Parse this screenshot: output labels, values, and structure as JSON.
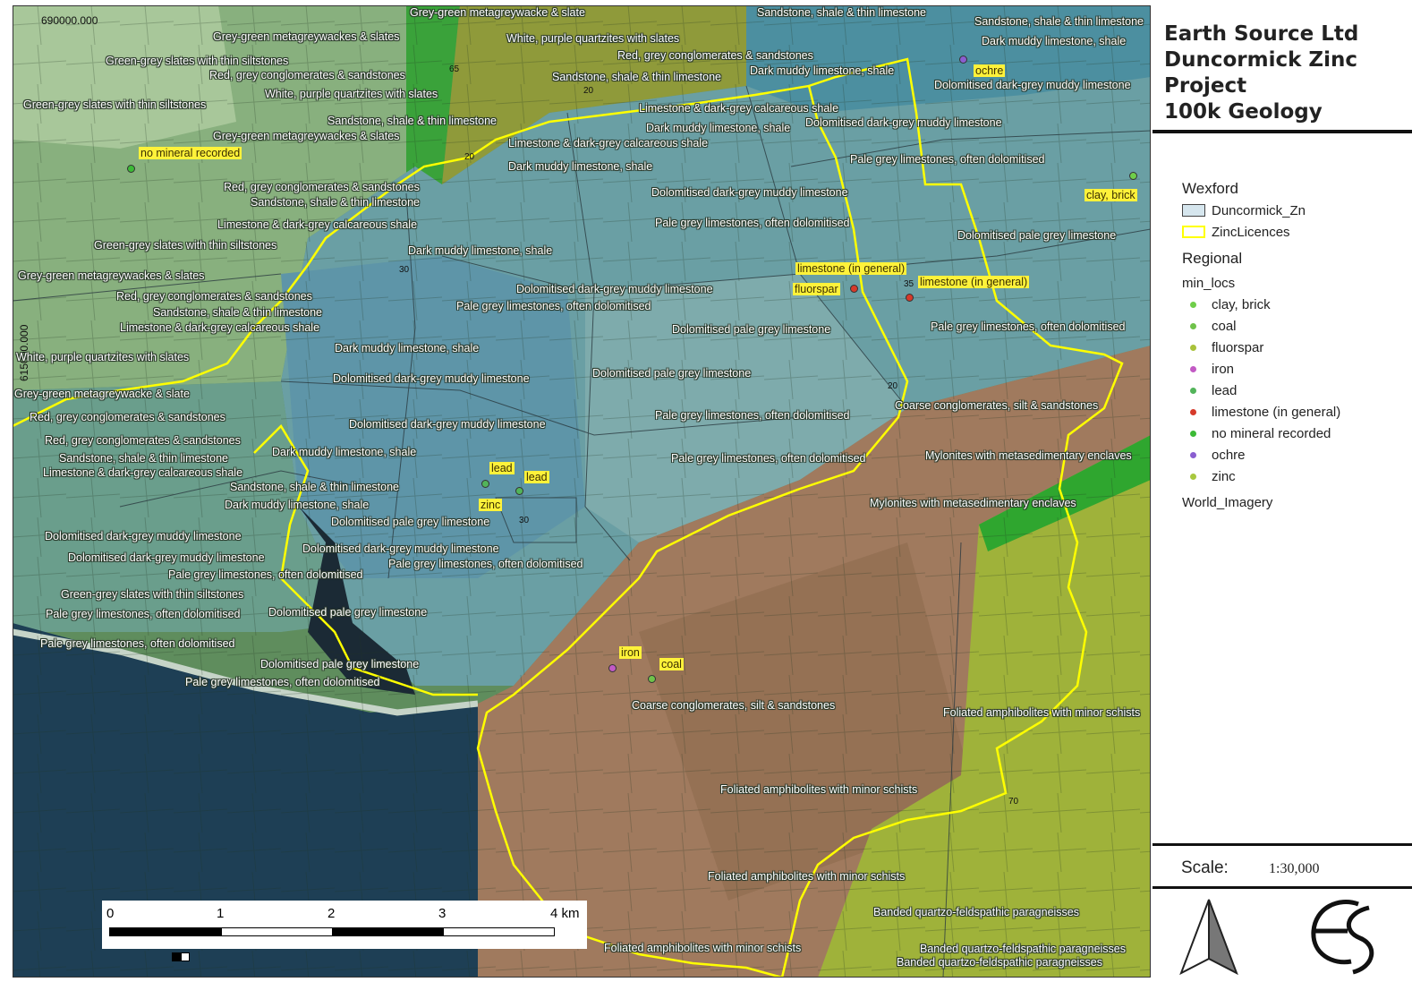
{
  "panel": {
    "title_lines": [
      "Earth Source Ltd",
      "Duncormick Zinc",
      "Project",
      "100k Geology"
    ],
    "legend": {
      "group1": "Wexford",
      "layer1": "Duncormick_Zn",
      "layer2": "ZincLicences",
      "group2": "Regional",
      "minlocs": "min_locs",
      "minerals": [
        {
          "name": "clay, brick",
          "color": "#6fce4a"
        },
        {
          "name": "coal",
          "color": "#6fc24a"
        },
        {
          "name": "fluorspar",
          "color": "#a9c23a"
        },
        {
          "name": "iron",
          "color": "#c25ac4"
        },
        {
          "name": "lead",
          "color": "#52b45a"
        },
        {
          "name": "limestone (in general)",
          "color": "#d63a2a"
        },
        {
          "name": "no mineral recorded",
          "color": "#3cba36"
        },
        {
          "name": "ochre",
          "color": "#8a5ed0"
        },
        {
          "name": "zinc",
          "color": "#a8c83e"
        }
      ],
      "basemap": "World_Imagery",
      "colors": {
        "duncormick_fill": "#d6e6ee",
        "duncormick_stroke": "#444444",
        "licence_stroke": "#ffff00"
      }
    },
    "scale_label": "Scale:",
    "scale_value": "1:30,000"
  },
  "map": {
    "grid_x": "690000.000",
    "grid_y": "615000.000",
    "scalebar": {
      "ticks": [
        "0",
        "1",
        "2",
        "3",
        "4 km"
      ]
    },
    "elevations": [
      "65",
      "20",
      "20",
      "30",
      "35",
      "20",
      "30",
      "70"
    ],
    "geology_labels": [
      "Grey-green metagreywacke & slate",
      "Sandstone, shale & thin limestone",
      "Sandstone, shale & thin limestone",
      "Grey-green metagreywackes & slates",
      "White, purple quartzites with slates",
      "Dark muddy limestone, shale",
      "Green-grey slates with thin siltstones",
      "Red, grey conglomerates & sandstones",
      "Red, grey conglomerates & sandstones",
      "Dark muddy limestone, shale",
      "Sandstone, shale & thin limestone",
      "Dolomitised dark-grey muddy limestone",
      "White, purple quartzites with slates",
      "Green-grey slates with thin siltstones",
      "Limestone & dark-grey calcareous shale",
      "Sandstone, shale & thin limestone",
      "Dark muddy limestone, shale",
      "Dolomitised dark-grey muddy limestone",
      "Grey-green metagreywackes & slates",
      "Limestone & dark-grey calcareous shale",
      "Dark muddy limestone, shale",
      "Pale grey limestones, often dolomitised",
      "Red, grey conglomerates & sandstones",
      "Sandstone, shale & thin limestone",
      "Dolomitised dark-grey muddy limestone",
      "Limestone & dark-grey calcareous shale",
      "Pale grey limestones, often dolomitised",
      "Green-grey slates with thin siltstones",
      "Dolomitised pale grey limestone",
      "Dark muddy limestone, shale",
      "Grey-green metagreywackes & slates",
      "Red, grey conglomerates & sandstones",
      "Dolomitised dark-grey muddy limestone",
      "Sandstone, shale & thin limestone",
      "Pale grey limestones, often dolomitised",
      "Limestone & dark-grey calcareous shale",
      "Dolomitised pale grey limestone",
      "Pale grey limestones, often dolomitised",
      "Dark muddy limestone, shale",
      "White, purple quartzites with slates",
      "Dolomitised dark-grey muddy limestone",
      "Dolomitised pale grey limestone",
      "Grey-green metagreywacke & slate",
      "Coarse conglomerates, silt & sandstones",
      "Red, grey conglomerates & sandstones",
      "Pale grey limestones, often dolomitised",
      "Dolomitised dark-grey muddy limestone",
      "Red, grey conglomerates & sandstones",
      "Dark muddy limestone, shale",
      "Mylonites with metasedimentary enclaves",
      "Sandstone, shale & thin limestone",
      "Pale grey limestones, often dolomitised",
      "Limestone & dark-grey calcareous shale",
      "Sandstone, shale & thin limestone",
      "Dark muddy limestone, shale",
      "Mylonites with metasedimentary enclaves",
      "Dolomitised pale grey limestone",
      "Dolomitised dark-grey muddy limestone",
      "Dolomitised dark-grey muddy limestone",
      "Dolomitised dark-grey muddy limestone",
      "Pale grey limestones, often dolomitised",
      "Pale grey limestones, often dolomitised",
      "Green-grey slates with thin siltstones",
      "Pale grey limestones, often dolomitised",
      "Dolomitised pale grey limestone",
      "Pale grey limestones, often dolomitised",
      "Dolomitised pale grey limestone",
      "Pale grey limestones, often dolomitised",
      "Coarse conglomerates, silt & sandstones",
      "Foliated amphibolites with minor schists",
      "Foliated amphibolites with minor schists",
      "Foliated amphibolites with minor schists",
      "Banded quartzo-feldspathic paragneisses",
      "Foliated amphibolites with minor schists",
      "Banded quartzo-feldspathic paragneisses",
      "Banded quartzo-feldspathic paragneisses"
    ],
    "mineral_labels": [
      "ochre",
      "no mineral recorded",
      "clay, brick",
      "limestone (in general)",
      "fluorspar",
      "limestone (in general)",
      "lead",
      "lead",
      "zinc",
      "iron",
      "coal"
    ]
  }
}
